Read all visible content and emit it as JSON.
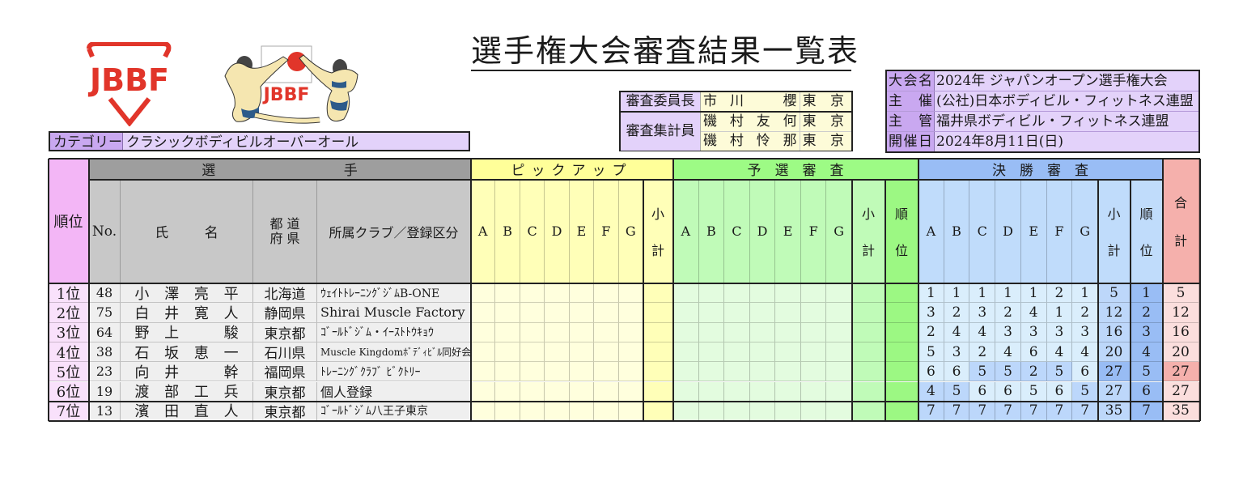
{
  "title": "選手権大会審査結果一覧表",
  "logos": {
    "federation_logo": "JBBF",
    "mascot_logo": "JBBF"
  },
  "category": {
    "label": "カテゴリー",
    "value": "クラシックボディビルオーバーオール"
  },
  "judges": {
    "chief_label": "審査委員長",
    "chief": {
      "family": [
        "市",
        "川"
      ],
      "given": [
        "櫻"
      ],
      "pref": "東 京"
    },
    "tally_label": "審査集計員",
    "tally": [
      {
        "family": [
          "磯",
          "村"
        ],
        "given": [
          "友",
          "何"
        ],
        "pref": "東 京"
      },
      {
        "family": [
          "磯",
          "村"
        ],
        "given": [
          "怜",
          "那"
        ],
        "pref": "東 京"
      }
    ]
  },
  "event": {
    "rows": [
      {
        "label": [
          "大",
          "会",
          "名"
        ],
        "value": "2024年 ジャパンオープン選手権大会"
      },
      {
        "label": [
          "主",
          "催"
        ],
        "value": "(公社)日本ボディビル・フィットネス連盟"
      },
      {
        "label": [
          "主",
          "管"
        ],
        "value": "福井県ボディビル・フィットネス連盟"
      },
      {
        "label": [
          "開",
          "催",
          "日"
        ],
        "value": "2024年8月11日(日)"
      }
    ]
  },
  "table": {
    "headers": {
      "rank": "順位",
      "athlete_group": [
        "選",
        "手"
      ],
      "no": "No.",
      "name": [
        "氏",
        "名"
      ],
      "prefecture": [
        "都 道",
        "府 県"
      ],
      "club": "所属クラブ／登録区分",
      "pickup": "ピックアップ",
      "prelim": "予　選　審　査",
      "final": "決　勝　審　査",
      "judges": [
        "A",
        "B",
        "C",
        "D",
        "E",
        "F",
        "G"
      ],
      "subtotal": [
        "小",
        "計"
      ],
      "placing": [
        "順",
        "位"
      ],
      "total": [
        "合",
        "計"
      ]
    },
    "rows": [
      {
        "rank": "1位",
        "no": "48",
        "name": [
          "小",
          "澤",
          "亮",
          "平"
        ],
        "pref": "北海道",
        "club": "ｳｪｲﾄﾄﾚｰﾆﾝｸﾞｼﾞﾑB-ONE",
        "club_small": true,
        "final": [
          "1",
          "1",
          "1",
          "1",
          "1",
          "2",
          "1"
        ],
        "final_sub": "5",
        "final_place": "1",
        "total": "5"
      },
      {
        "rank": "2位",
        "no": "75",
        "name": [
          "白",
          "井",
          "寛",
          "人"
        ],
        "pref": "静岡県",
        "club": "Shirai Muscle Factory",
        "club_small": false,
        "final": [
          "3",
          "2",
          "3",
          "2",
          "4",
          "1",
          "2"
        ],
        "final_sub": "12",
        "final_place": "2",
        "total": "12"
      },
      {
        "rank": "3位",
        "no": "64",
        "name": [
          "野",
          "上",
          "",
          "駿"
        ],
        "pref": "東京都",
        "club": "ｺﾞｰﾙﾄﾞｼﾞﾑ・ｲｰｽﾄﾄｳｷｮｳ",
        "club_small": true,
        "final": [
          "2",
          "4",
          "4",
          "3",
          "3",
          "3",
          "3"
        ],
        "final_sub": "16",
        "final_place": "3",
        "total": "16"
      },
      {
        "rank": "4位",
        "no": "38",
        "name": [
          "石",
          "坂",
          "恵",
          "一"
        ],
        "pref": "石川県",
        "club": "Muscle Kingdomﾎﾞﾃﾞｨﾋﾞﾙ同好会",
        "club_small": true,
        "final": [
          "5",
          "3",
          "2",
          "4",
          "6",
          "4",
          "4"
        ],
        "final_sub": "20",
        "final_place": "4",
        "total": "20"
      },
      {
        "rank": "5位",
        "no": "23",
        "name": [
          "向",
          "井",
          "",
          "幹"
        ],
        "pref": "福岡県",
        "club": "ﾄﾚｰﾆﾝｸﾞｸﾗﾌﾞ ﾋﾞｸﾄﾘｰ",
        "club_small": true,
        "final": [
          "6",
          "6",
          "5",
          "5",
          "2",
          "5",
          "6"
        ],
        "final_sub": "27",
        "final_place": "5",
        "total": "27",
        "highlight_final": [
          false,
          false,
          true,
          true,
          true,
          true,
          false
        ],
        "highlight_sub": true,
        "highlight_total": true
      },
      {
        "rank": "6位",
        "no": "19",
        "name": [
          "渡",
          "部",
          "工",
          "兵"
        ],
        "pref": "東京都",
        "club": "個人登録",
        "club_small": false,
        "final": [
          "4",
          "5",
          "6",
          "6",
          "5",
          "6",
          "5"
        ],
        "final_sub": "27",
        "final_place": "6",
        "total": "27",
        "highlight_final": [
          true,
          true,
          false,
          false,
          false,
          false,
          true
        ]
      },
      {
        "rank": "7位",
        "no": "13",
        "name": [
          "濱",
          "田",
          "直",
          "人"
        ],
        "pref": "東京都",
        "club": "ｺﾞｰﾙﾄﾞｼﾞﾑ八王子東京",
        "club_small": true,
        "final": [
          "7",
          "7",
          "7",
          "7",
          "7",
          "7",
          "7"
        ],
        "final_sub": "35",
        "final_place": "7",
        "total": "35",
        "highlight_final": [
          true,
          true,
          true,
          true,
          true,
          true,
          true
        ]
      }
    ]
  },
  "colors": {
    "rank_header": "#f3b6f6",
    "rank_cell": "#f9e1fb",
    "athlete_group": "#9e9e9e",
    "athlete_sub": "#c8c8c8",
    "athlete_cell": "#efefef",
    "pickup_group": "#ffff99",
    "pickup_sub": "#ffffb8",
    "pickup_cell": "#ffffdd",
    "prelim_group": "#9dfb85",
    "prelim_sub": "#c0fbb8",
    "prelim_cell": "#e3fcdf",
    "prelim_place": "#9cf883",
    "final_group": "#99bdf5",
    "final_sub": "#c0dcfb",
    "final_cell": "#daeefc",
    "final_hl": "#bcd7fb",
    "final_subtotal": "#bdd7fa",
    "final_subtotal_hl": "#98bcf4",
    "final_place": "#99bdf5",
    "total_header": "#f5b0ac",
    "total_cell": "#fbdedd",
    "total_hl": "#f5b0ac",
    "logo_red": "#e1352a"
  }
}
